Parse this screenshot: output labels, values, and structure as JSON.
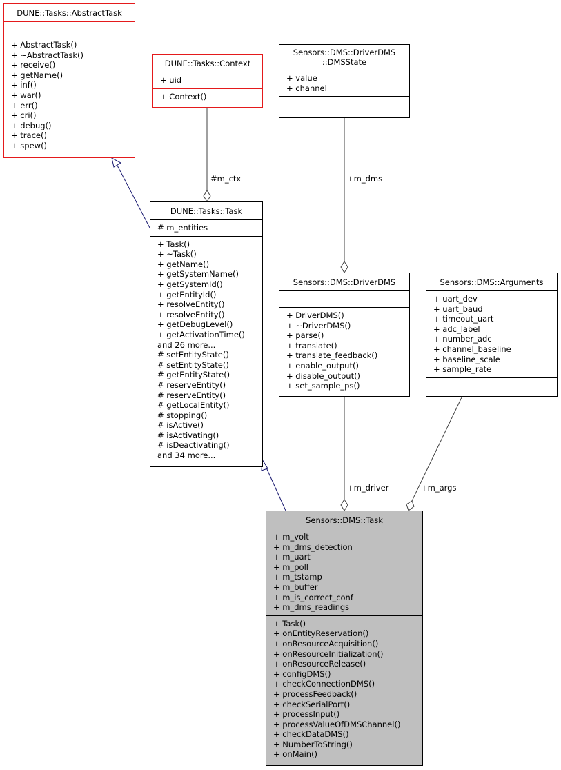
{
  "classes": {
    "abstract_task": {
      "title": [
        "DUNE::Tasks::AbstractTask"
      ],
      "attributes": [],
      "methods": [
        "+ AbstractTask()",
        "+ ~AbstractTask()",
        "+ receive()",
        "+ getName()",
        "+ inf()",
        "+ war()",
        "+ err()",
        "+ cri()",
        "+ debug()",
        "+ trace()",
        "+ spew()"
      ]
    },
    "context": {
      "title": [
        "DUNE::Tasks::Context"
      ],
      "attributes": [
        "+ uid"
      ],
      "methods": [
        "+ Context()"
      ]
    },
    "dms_state": {
      "title": [
        "Sensors::DMS::DriverDMS",
        "::DMSState"
      ],
      "attributes": [
        "+ value",
        "+ channel"
      ],
      "methods": []
    },
    "task": {
      "title": [
        "DUNE::Tasks::Task"
      ],
      "attributes": [
        "# m_entities"
      ],
      "methods": [
        "+ Task()",
        "+ ~Task()",
        "+ getName()",
        "+ getSystemName()",
        "+ getSystemId()",
        "+ getEntityId()",
        "+ resolveEntity()",
        "+ resolveEntity()",
        "+ getDebugLevel()",
        "+ getActivationTime()",
        "and 26 more...",
        "# setEntityState()",
        "# setEntityState()",
        "# getEntityState()",
        "# reserveEntity()",
        "# reserveEntity()",
        "# getLocalEntity()",
        "# stopping()",
        "# isActive()",
        "# isActivating()",
        "# isDeactivating()",
        "and 34 more..."
      ]
    },
    "driver_dms": {
      "title": [
        "Sensors::DMS::DriverDMS"
      ],
      "attributes": [],
      "methods": [
        "+ DriverDMS()",
        "+ ~DriverDMS()",
        "+ parse()",
        "+ translate()",
        "+ translate_feedback()",
        "+ enable_output()",
        "+ disable_output()",
        "+ set_sample_ps()"
      ]
    },
    "arguments": {
      "title": [
        "Sensors::DMS::Arguments"
      ],
      "attributes": [
        "+ uart_dev",
        "+ uart_baud",
        "+ timeout_uart",
        "+ adc_label",
        "+ number_adc",
        "+ channel_baseline",
        "+ baseline_scale",
        "+ sample_rate"
      ],
      "methods": []
    },
    "dms_task": {
      "title": [
        "Sensors::DMS::Task"
      ],
      "attributes": [
        "+ m_volt",
        "+ m_dms_detection",
        "+ m_uart",
        "+ m_poll",
        "+ m_tstamp",
        "+ m_buffer",
        "+ m_is_correct_conf",
        "+ m_dms_readings"
      ],
      "methods": [
        "+ Task()",
        "+ onEntityReservation()",
        "+ onResourceAcquisition()",
        "+ onResourceInitialization()",
        "+ onResourceRelease()",
        "+ configDMS()",
        "+ checkConnectionDMS()",
        "+ processFeedback()",
        "+ checkSerialPort()",
        "+ processInput()",
        "+ processValueOfDMSChannel()",
        "+ checkDataDMS()",
        "+ NumberToString()",
        "+ onMain()"
      ]
    }
  },
  "edge_labels": {
    "m_ctx": "#m_ctx",
    "m_dms": "+m_dms",
    "m_driver": "+m_driver",
    "m_args": "+m_args"
  },
  "colors": {
    "external_border": "#e41a1c",
    "inheritance_line": "#191970",
    "composition_line": "#404040",
    "focus_fill": "#bfbfbf"
  }
}
